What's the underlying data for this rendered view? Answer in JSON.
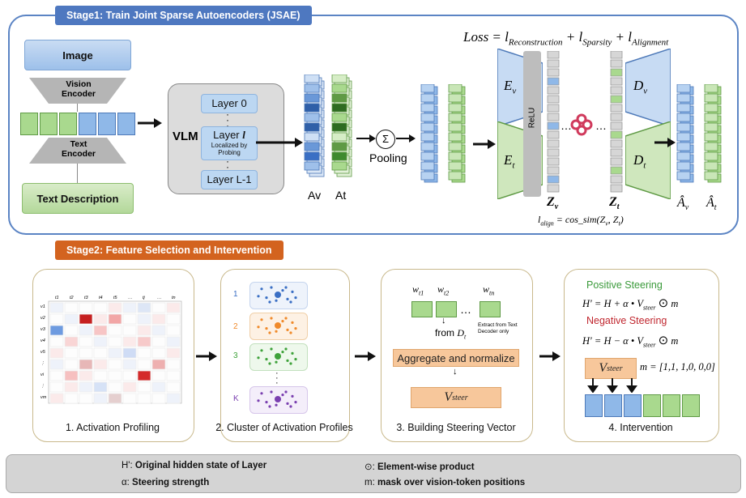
{
  "stage1": {
    "title": "Stage1: Train Joint Sparse Autoencoders (JSAE)",
    "image_label": "Image",
    "vision_encoder": "Vision Encoder",
    "text_encoder": "Text Encoder",
    "text_description": "Text Description",
    "vlm_label": "VLM",
    "layer0": "Layer 0",
    "layer_l": "Layer l",
    "layer_l_sub": "Localized by Probing",
    "layer_last": "Layer L-1",
    "av_label": "Av",
    "at_label": "At",
    "sigma": "Σ",
    "pooling": "Pooling",
    "ev": "E_v",
    "et": "E_t",
    "dv": "D_v",
    "dt": "D_t",
    "relu": "ReLU",
    "zv": "Z_v",
    "zt": "Z_t",
    "ellipsis": "…",
    "av_hat": "Â_v",
    "at_hat": "Â_t",
    "loss": "Loss = l_Reconstruction + l_Sparsity + l_Alignment",
    "align": "l_align = cos_sim(Z_v, Z_t)",
    "colors": {
      "blue_token": "#8fb8e8",
      "green_token": "#a9d98e",
      "accent": "#5b84c4"
    }
  },
  "stage2": {
    "title": "Stage2: Feature Selection and Intervention",
    "panel1_caption": "1. Activation Profiling",
    "panel2_caption": "2. Cluster of Activation Profiles",
    "panel3_caption": "3. Building Steering Vector",
    "panel4_caption": "4. Intervention",
    "cluster_ids": [
      "1",
      "2",
      "3",
      "K"
    ],
    "cluster_colors": [
      "#3a6fc4",
      "#f08a2a",
      "#3ea23a",
      "#7a3fb0"
    ],
    "heat_cols": [
      "t1",
      "t2",
      "t3",
      "t4",
      "t5",
      "…",
      "tj",
      "…",
      "tn"
    ],
    "heat_rows": [
      "v1",
      "v2",
      "v3",
      "v4",
      "v5",
      "⋮",
      "vi",
      "⋮",
      "vm"
    ],
    "w_labels": [
      "w_t1",
      "w_t2",
      "w_tn"
    ],
    "from_dt": "from D_t",
    "extract_note": "Extract from Text Decoder only",
    "aggregate": "Aggregate and normalize",
    "v_steer": "V_steer",
    "positive_title": "Positive Steering",
    "positive_eq": "H′ = H + α • V_steer ⊙ m",
    "negative_title": "Negative Steering",
    "negative_eq": "H′ = H − α • V_steer ⊙ m",
    "mask_eq": "m = [1,1, 1,0, 0,0]",
    "positive_color": "#3a9a3a",
    "negative_color": "#c0262e"
  },
  "legend": {
    "h_key": "H':",
    "h_val": "Original hidden state of Layer",
    "odot_key": "⊙:",
    "odot_val": "Element-wise product",
    "alpha_key": "α:",
    "alpha_val": "Steering strength",
    "m_key": "m:",
    "m_val": "mask over vision-token positions"
  }
}
